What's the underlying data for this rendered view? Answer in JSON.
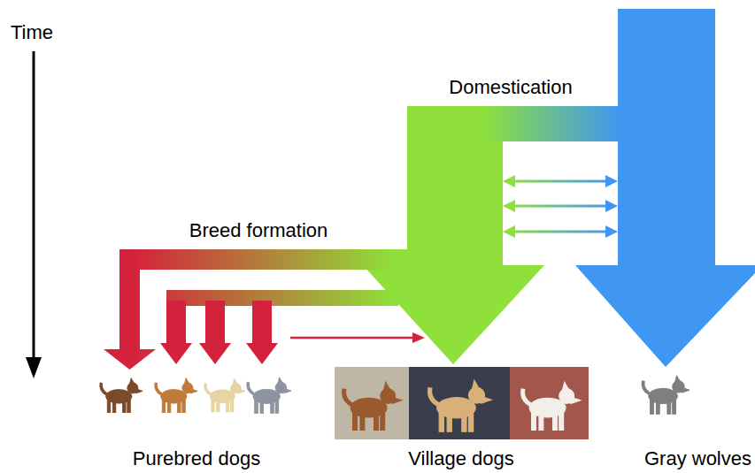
{
  "diagram": {
    "labels": [
      "Time",
      "Domestication",
      "Breed formation",
      "Purebred dogs",
      "Village dogs",
      "Gray wolves"
    ]
  }
}
